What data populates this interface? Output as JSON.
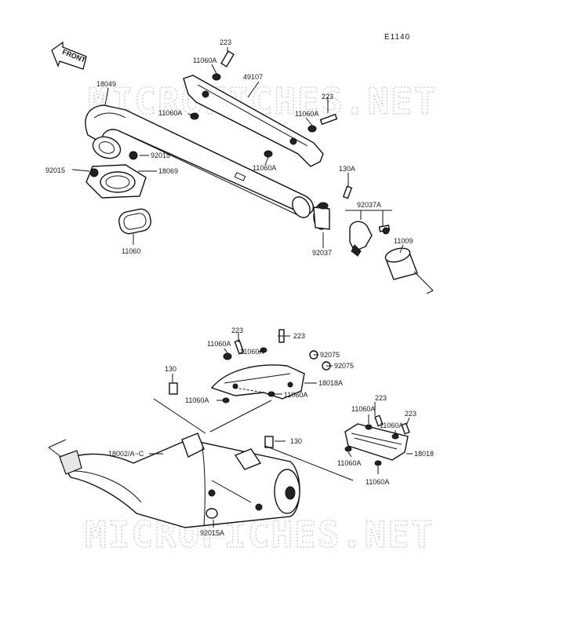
{
  "diagram_code": "E1140",
  "front_label": "FRONT",
  "watermark": "MICROFICHES.NET",
  "labels": {
    "p223_a": "223",
    "p11060a_a": "11060A",
    "p49107": "49107",
    "p18049": "18049",
    "p11060a_b": "11060A",
    "p223_b": "223",
    "p11060a_c": "11060A",
    "p92015": "92015",
    "p92015_b": "92015",
    "p18069": "18069",
    "p11060a_d": "11060A",
    "p130a": "130A",
    "p92037a": "92037A",
    "p11009": "11009",
    "p92037": "92037",
    "p11060": "11060",
    "p223_c": "223",
    "p11060a_e": "11060A",
    "p11060a_f": "11060A",
    "p223_d": "223",
    "p92075_a": "92075",
    "p92075_b": "92075",
    "p130": "130",
    "p18018a": "18018A",
    "p11060a_g": "11060A",
    "p11060a_h": "11060A",
    "p223_e": "223",
    "p11060a_i": "11060A",
    "p223_f": "223",
    "p11060a_j": "11060A",
    "p18018": "18018",
    "p18002": "18002/A~C",
    "p130_b": "130",
    "p11060a_k": "11060A",
    "p11060a_l": "11060A",
    "p92015a": "92015A"
  }
}
